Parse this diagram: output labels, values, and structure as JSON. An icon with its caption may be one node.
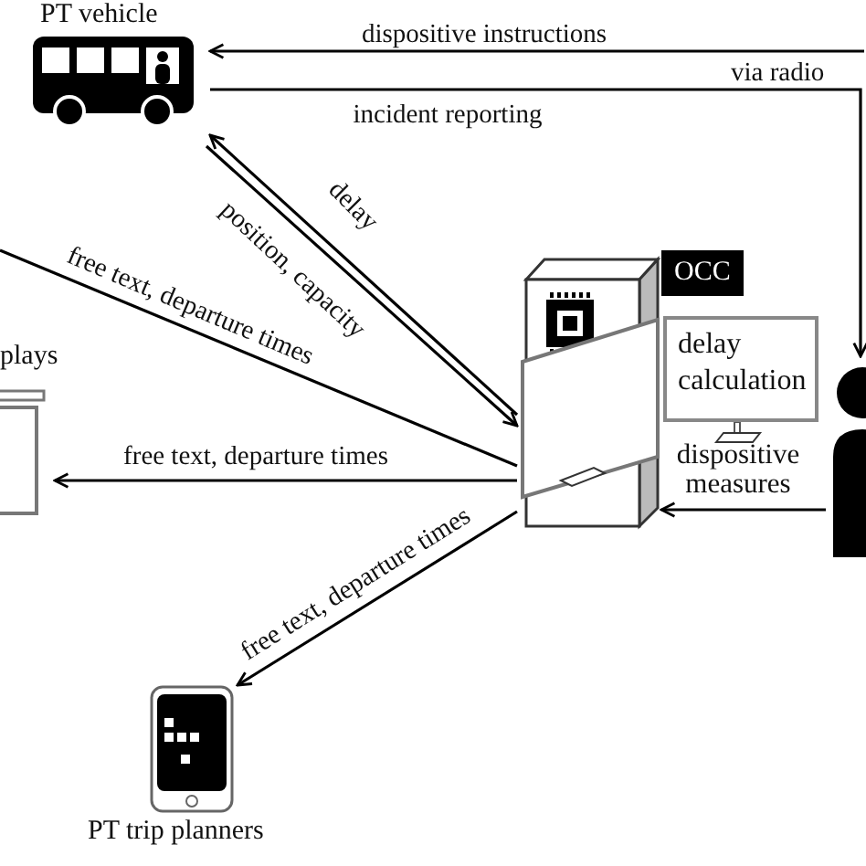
{
  "diagram": {
    "nodes": [
      {
        "text": [
          "PT vehicle"
        ]
      },
      {
        "text": [
          "plays"
        ]
      },
      {
        "text": [],
        "shape": "picture"
      },
      {
        "text": [
          "delay calculation"
        ]
      },
      {
        "text": [],
        "shape": "person"
      },
      {
        "text": [
          "PT trip planners"
        ]
      }
    ],
    "edges": [
      {
        "from": null,
        "to": 0,
        "arrow": "to",
        "label": "dispositive instructions"
      },
      {
        "from": 0,
        "to": 4,
        "arrow": "to",
        "label": "incident reporting"
      },
      {
        "from": 0,
        "to": 2,
        "arrow": "to",
        "label": "position, capacity"
      },
      {
        "from": 2,
        "to": 0,
        "arrow": "to",
        "label": "delay"
      },
      {
        "from": 2,
        "to": null,
        "arrow": "none",
        "label": "free text, departure times"
      },
      {
        "from": 2,
        "to": 1,
        "arrow": "to",
        "label": "free text, departure times"
      },
      {
        "from": 2,
        "to": 5,
        "arrow": "to",
        "label": "free text, departure times"
      },
      {
        "from": 4,
        "to": 2,
        "arrow": "to",
        "label": "dispositive measures"
      }
    ],
    "labels": [
      "via radio",
      "OCC"
    ]
  }
}
